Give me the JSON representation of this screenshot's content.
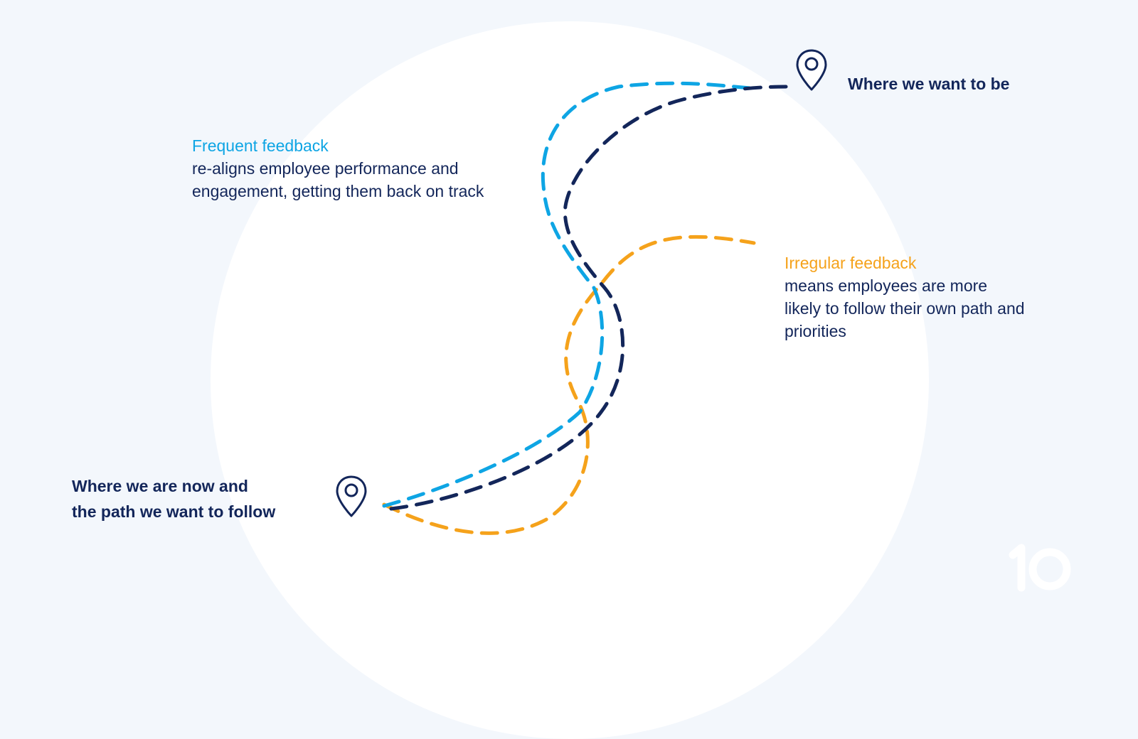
{
  "colors": {
    "background": "#f3f7fc",
    "circle": "#ffffff",
    "navy": "#13265a",
    "blue": "#0ea5e4",
    "orange": "#f5a21b"
  },
  "labels": {
    "target": "Where we want to be",
    "start_line1": "Where we are now and",
    "start_line2": "the path we want to follow"
  },
  "frequent": {
    "heading": "Frequent feedback",
    "body": "re-aligns employee performance and engagement, getting them back on track"
  },
  "irregular": {
    "heading": "Irregular feedback",
    "body": "means employees are more likely to follow their own path and priorities"
  },
  "icons": {
    "pin_start": "location-pin-icon",
    "pin_target": "location-pin-icon",
    "logo": "ten-logo"
  }
}
